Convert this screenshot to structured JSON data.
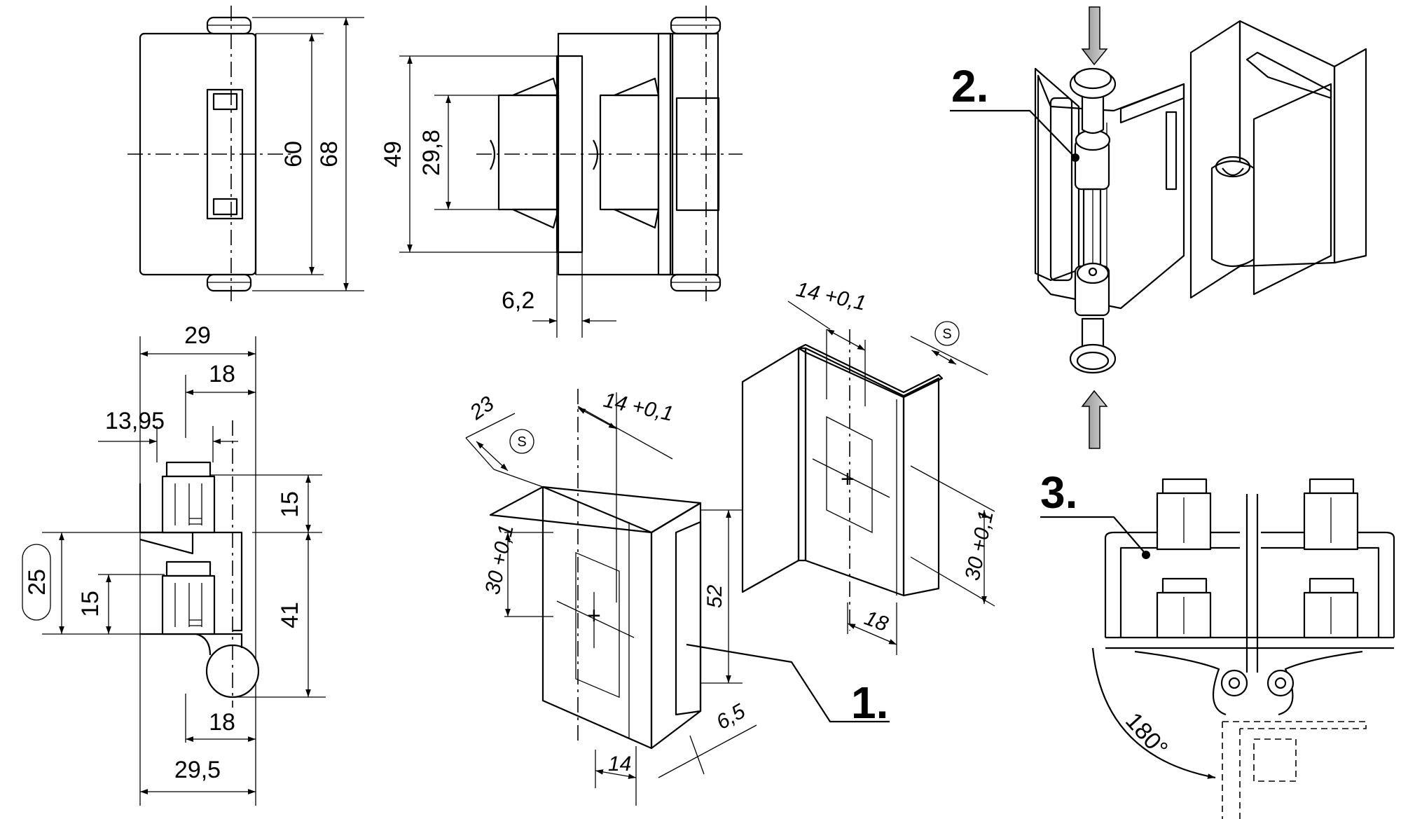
{
  "front_view": {
    "dim_60": "60",
    "dim_68": "68"
  },
  "side_view": {
    "dim_49": "49",
    "dim_29_8": "29,8",
    "dim_6_2": "6,2"
  },
  "section_view": {
    "dim_29": "29",
    "dim_18_top": "18",
    "dim_13_95": "13,95",
    "dim_15_top": "15",
    "dim_25": "25",
    "dim_15_left": "15",
    "dim_41": "41",
    "dim_18_bottom": "18",
    "dim_29_5": "29,5"
  },
  "cutout_left": {
    "dim_23": "23",
    "s_symbol": "S",
    "dim_14_tol": "14 +0,1",
    "dim_30_tol": "30 +0,1",
    "dim_52": "52",
    "dim_6_5": "6,5",
    "dim_14": "14"
  },
  "cutout_right": {
    "dim_14_tol": "14 +0,1",
    "s_symbol": "S",
    "dim_30_tol": "30 +0,1",
    "dim_18": "18"
  },
  "steps": {
    "step1": "1.",
    "step2": "2.",
    "step3": "3.",
    "angle": "180°"
  }
}
